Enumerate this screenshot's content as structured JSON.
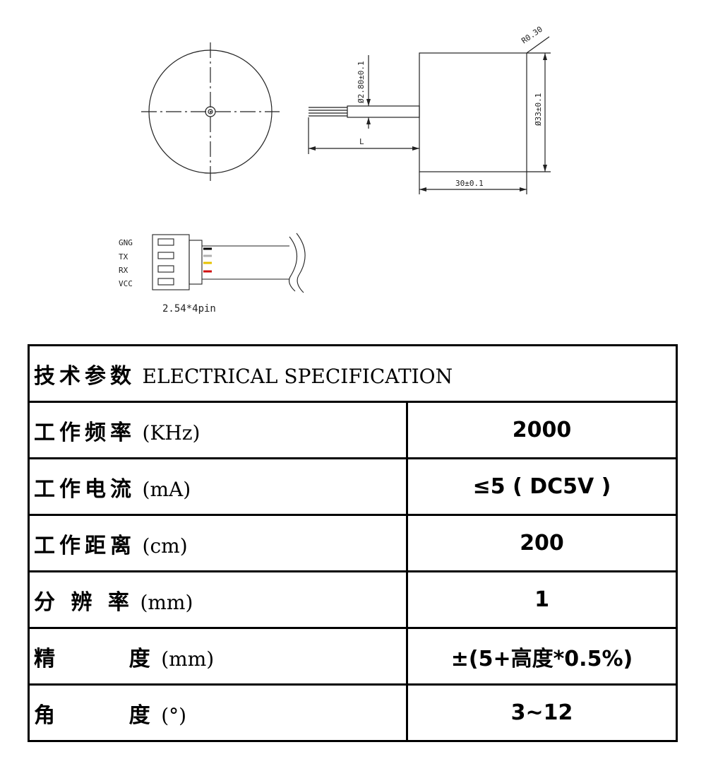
{
  "drawing": {
    "label_r": "R0.30",
    "label_wire_dia": "Ø2.80±0.1",
    "label_body_dia": "Ø33±0.1",
    "label_L": "L",
    "label_length": "30±0.1"
  },
  "connector": {
    "pins": [
      "GNG",
      "TX",
      "RX",
      "VCC"
    ],
    "caption": "2.54*4pin",
    "wire_colors": [
      "#000000",
      "#b0b0b0",
      "#e6c200",
      "#d01010"
    ]
  },
  "spec": {
    "title_cn": "技术参数",
    "title_en": "ELECTRICAL SPECIFICATION",
    "rows": [
      {
        "label_cn": "工作频率",
        "unit": "(KHz)",
        "value": "2000"
      },
      {
        "label_cn": "工作电流",
        "unit": "(mA)",
        "value": "≤5 ( DC5V )"
      },
      {
        "label_cn": "工作距离",
        "unit": "(cm)",
        "value": "200"
      },
      {
        "label_cn": "分 辨 率",
        "unit": "(mm)",
        "value": "1"
      },
      {
        "label_cn": "精      度",
        "unit": "(mm)",
        "value": "±(5+高度*0.5%)"
      },
      {
        "label_cn": "角      度",
        "unit": "(°)",
        "value": "3~12"
      }
    ]
  }
}
